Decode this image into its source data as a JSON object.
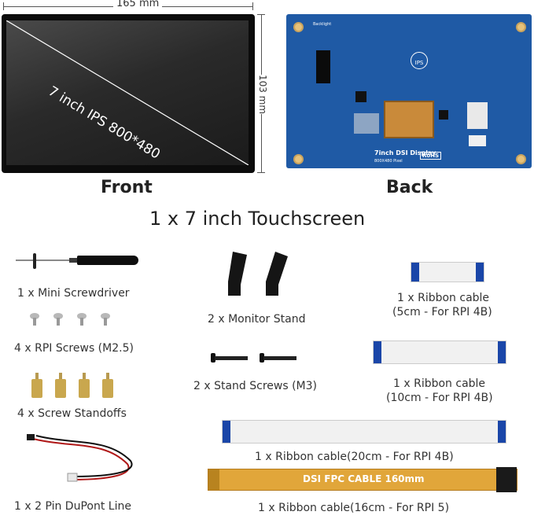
{
  "front": {
    "width_label": "165 mm",
    "height_label": "103 mm",
    "screen_text": "7 inch IPS 800*480",
    "caption": "Front"
  },
  "back": {
    "caption": "Back",
    "board_title": "7inch DSI Display",
    "board_subtitle": "800X480 Pixel",
    "ips_badge": "IPS",
    "rohs": "RoHS",
    "backlight": "Backlight"
  },
  "main_title": "1 x 7 inch Touchscreen",
  "items": {
    "screwdriver": "1 x Mini Screwdriver",
    "rpi_screws": "4 x RPI Screws (M2.5)",
    "standoffs": "4 x Screw Standoffs",
    "dupont": "1 x 2 Pin DuPont Line",
    "monitor_stand": "2 x Monitor Stand",
    "stand_screws": "2 x Stand Screws (M3)",
    "ribbon5_line1": "1 x Ribbon cable",
    "ribbon5_line2": "(5cm - For RPI 4B)",
    "ribbon10_line1": "1 x Ribbon cable",
    "ribbon10_line2": "(10cm - For RPI 4B)",
    "ribbon20": "1 x Ribbon cable(20cm - For RPI 4B)",
    "ribbon16": "1 x Ribbon cable(16cm - For RPI 5)",
    "fpc_print": "DSI FPC CABLE 160mm"
  }
}
